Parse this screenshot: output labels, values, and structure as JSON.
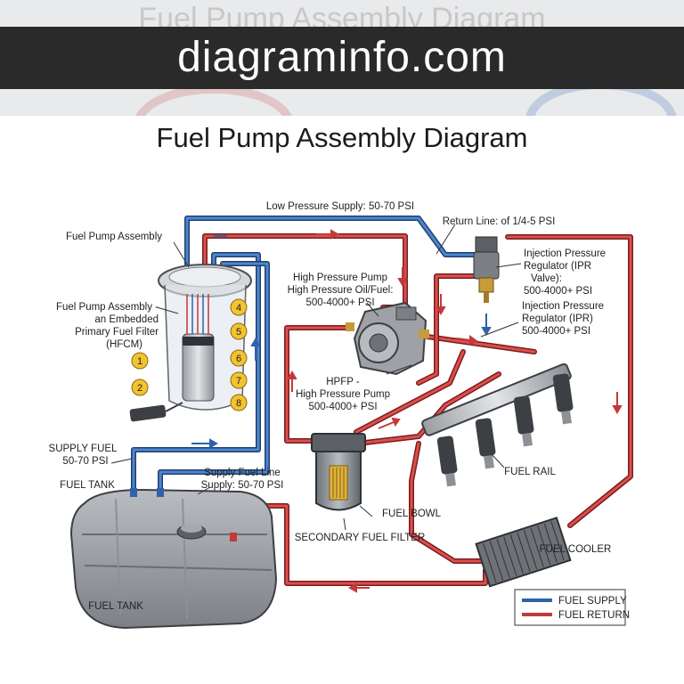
{
  "watermark": {
    "ghost_title": "Fuel Pump Assembly Diagram",
    "site": "diagraminfo.com"
  },
  "title": "Fuel Pump Assembly Diagram",
  "colors": {
    "supply": "#2f62a8",
    "return": "#c3393b",
    "banner": "#2a2a2a",
    "badge": "#f2c230"
  },
  "labels": {
    "low_pressure_supply": "Low Pressure Supply: 50-70 PSI",
    "return_line": "Return Line: of 1/4-5 PSI",
    "fuel_pump_assembly": "Fuel Pump Assembly",
    "fpa_embedded": [
      "Fuel Pump Assembly -",
      "an Embedded",
      "Primary Fuel Filter",
      "(HFCM)"
    ],
    "hpp": [
      "High Pressure Pump",
      "High Pressure Oil/Fuel:",
      "500-4000+ PSI"
    ],
    "ipr_valve": [
      "Injection Pressure",
      "Regulator (IPR",
      "Valve):",
      "500-4000+ PSI"
    ],
    "ipr": [
      "Injection Pressure",
      "Regulator (IPR)",
      "500-4000+ PSI"
    ],
    "hpfp": [
      "HPFP -",
      "High Pressure Pump",
      "500-4000+ PSI"
    ],
    "supply_fuel": [
      "SUPPLY FUEL",
      "50-70 PSI"
    ],
    "supply_fuel_line": [
      "Supply Fuel Line",
      "Supply: 50-70 PSI"
    ],
    "fuel_tank_upper": "FUEL TANK",
    "fuel_tank_lower": "FUEL TANK",
    "fuel_bowl": "FUEL BOWL",
    "secondary_filter": "SECONDARY FUEL FILTER",
    "fuel_rail": "FUEL RAIL",
    "fuel_cooler": "FUEL COOLER"
  },
  "badges": [
    "1",
    "2",
    "4",
    "5",
    "6",
    "7",
    "8"
  ],
  "legend": {
    "supply": "FUEL SUPPLY",
    "return": "FUEL RETURN"
  }
}
